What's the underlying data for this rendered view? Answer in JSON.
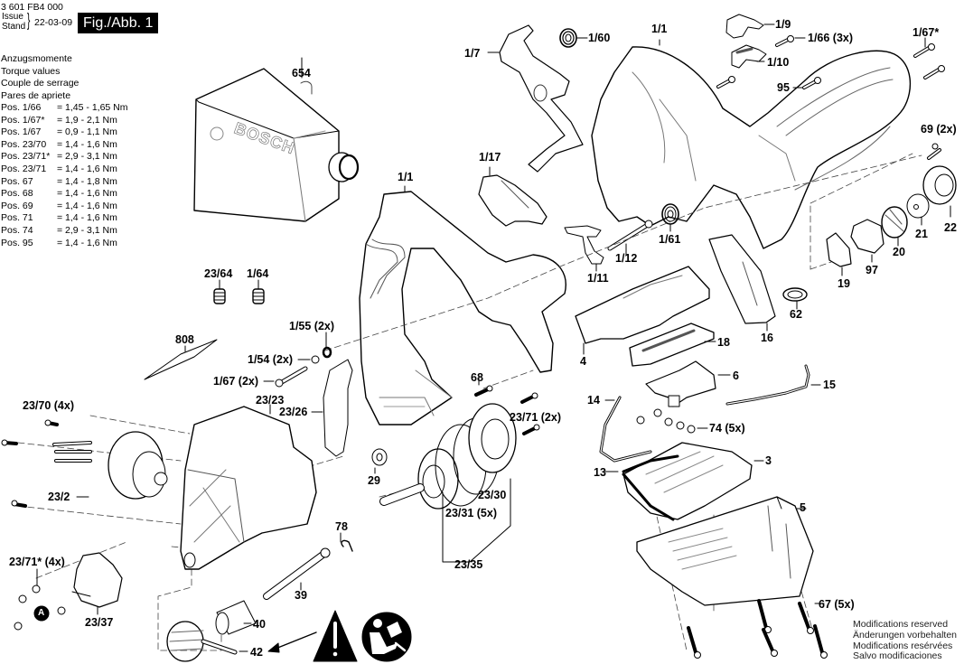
{
  "header": {
    "part_number": "3 601 FB4 000",
    "issue_label": "Issue",
    "stand_label": "Stand",
    "issue_date": "22-03-09",
    "figure_label": "Fig./Abb. 1"
  },
  "torque_section": {
    "titles": [
      "Anzugsmomente",
      "Torque values",
      "Couple de serrage",
      "Pares de apriete"
    ],
    "rows": [
      {
        "pos": "Pos. 1/66",
        "value": "= 1,45 - 1,65 Nm"
      },
      {
        "pos": "Pos. 1/67*",
        "value": "= 1,9 - 2,1 Nm"
      },
      {
        "pos": "Pos. 1/67",
        "value": "= 0,9 - 1,1 Nm"
      },
      {
        "pos": "Pos. 23/70",
        "value": "= 1,4 - 1,6 Nm"
      },
      {
        "pos": "Pos. 23/71*",
        "value": "= 2,9 - 3,1 Nm"
      },
      {
        "pos": "Pos. 23/71",
        "value": "= 1,4 - 1,6 Nm"
      },
      {
        "pos": "Pos. 67",
        "value": "= 1,4 - 1,8 Nm"
      },
      {
        "pos": "Pos. 68",
        "value": "= 1,4 - 1,6 Nm"
      },
      {
        "pos": "Pos. 69",
        "value": "= 1,4 - 1,6 Nm"
      },
      {
        "pos": "Pos. 71",
        "value": "= 1,4 - 1,6 Nm"
      },
      {
        "pos": "Pos. 74",
        "value": "= 2,9 - 3,1 Nm"
      },
      {
        "pos": "Pos. 95",
        "value": "= 1,4 - 1,6 Nm"
      }
    ]
  },
  "callouts": {
    "c654": "654",
    "c1_7": "1/7",
    "c1_60": "1/60",
    "c1_1_top": "1/1",
    "c1_9": "1/9",
    "c1_66": "1/66 (3x)",
    "c1_10": "1/10",
    "c1_67s": "1/67*",
    "c95": "95",
    "c69": "69 (2x)",
    "c1_1_mid": "1/1",
    "c1_17": "1/17",
    "c1_61": "1/61",
    "c1_12": "1/12",
    "c1_11": "1/11",
    "c22": "22",
    "c21": "21",
    "c20": "20",
    "c97": "97",
    "c19": "19",
    "c62": "62",
    "c16": "16",
    "c18": "18",
    "c4": "4",
    "c6": "6",
    "c15": "15",
    "c14": "14",
    "c74": "74 (5x)",
    "c3": "3",
    "c13": "13",
    "c5": "5",
    "c67": "67 (5x)",
    "c23_64": "23/64",
    "c1_64": "1/64",
    "c808": "808",
    "c1_55": "1/55 (2x)",
    "c1_54": "1/54 (2x)",
    "c1_67": "1/67 (2x)",
    "c23_23": "23/23",
    "c23_26": "23/26",
    "c68": "68",
    "c23_71": "23/71 (2x)",
    "c29": "29",
    "c23_30": "23/30",
    "c23_31": "23/31 (5x)",
    "c23_35": "23/35",
    "c78": "78",
    "c39": "39",
    "c40": "40",
    "c42": "42",
    "c23_70": "23/70 (4x)",
    "c23_2": "23/2",
    "c23_71s": "23/71* (4x)",
    "c23_37": "23/37",
    "marker_a": "A"
  },
  "brand_text": "BOSCH",
  "icons": {
    "warning": "warning-triangle-icon",
    "manual": "read-manual-icon"
  },
  "footer_notes": [
    "Modifications reserved",
    "Änderungen vorbehalten",
    "Modifications resérvées",
    "Salvo modificaciones"
  ]
}
